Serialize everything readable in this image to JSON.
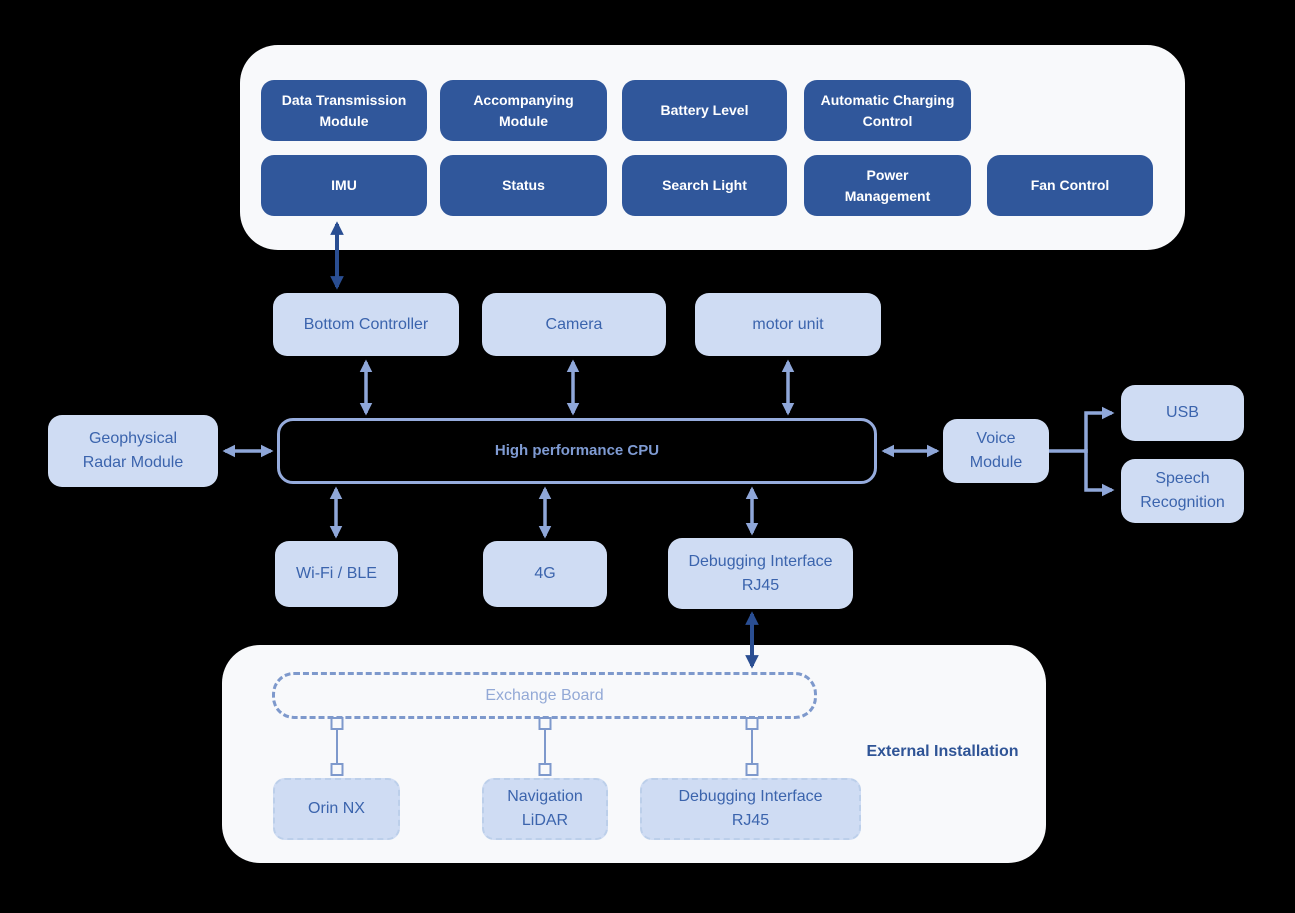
{
  "theme": {
    "background": "#000000",
    "panel_bg": "#F8F9FB",
    "dark_box_bg": "#30579B",
    "dark_box_text": "#FFFFFF",
    "light_box_bg": "#CFDCF3",
    "light_box_text": "#3B64AD",
    "arrow_light": "#8FA7D9",
    "arrow_dark": "#2A4E92",
    "cpu_border": "#96ACDD",
    "cpu_text": "#7F9BD3",
    "dashed_border": "#7E99CC",
    "exchange_text": "#93A9D6",
    "module_dash": "#BCCFEA",
    "external_label_color": "#2F5496"
  },
  "top_panel": {
    "row1": [
      "Data Transmission Module",
      "Accompanying Module",
      "Battery Level",
      "Automatic Charging Control"
    ],
    "row2": [
      "IMU",
      "Status",
      "Search Light",
      "Power Management",
      "Fan Control"
    ]
  },
  "mid": {
    "peripherals": [
      "Bottom Controller",
      "Camera",
      "motor unit"
    ],
    "cpu": "High performance CPU",
    "left_module": "Geophysical Radar Module",
    "voice_module": "Voice Module",
    "usb": "USB",
    "speech": "Speech Recognition",
    "comms": [
      "Wi-Fi / BLE",
      "4G",
      "Debugging Interface RJ45"
    ]
  },
  "bottom_panel": {
    "exchange_board": "Exchange Board",
    "modules": [
      "Orin NX",
      "Navigation LiDAR",
      "Debugging Interface RJ45"
    ],
    "label": "External Installation"
  }
}
